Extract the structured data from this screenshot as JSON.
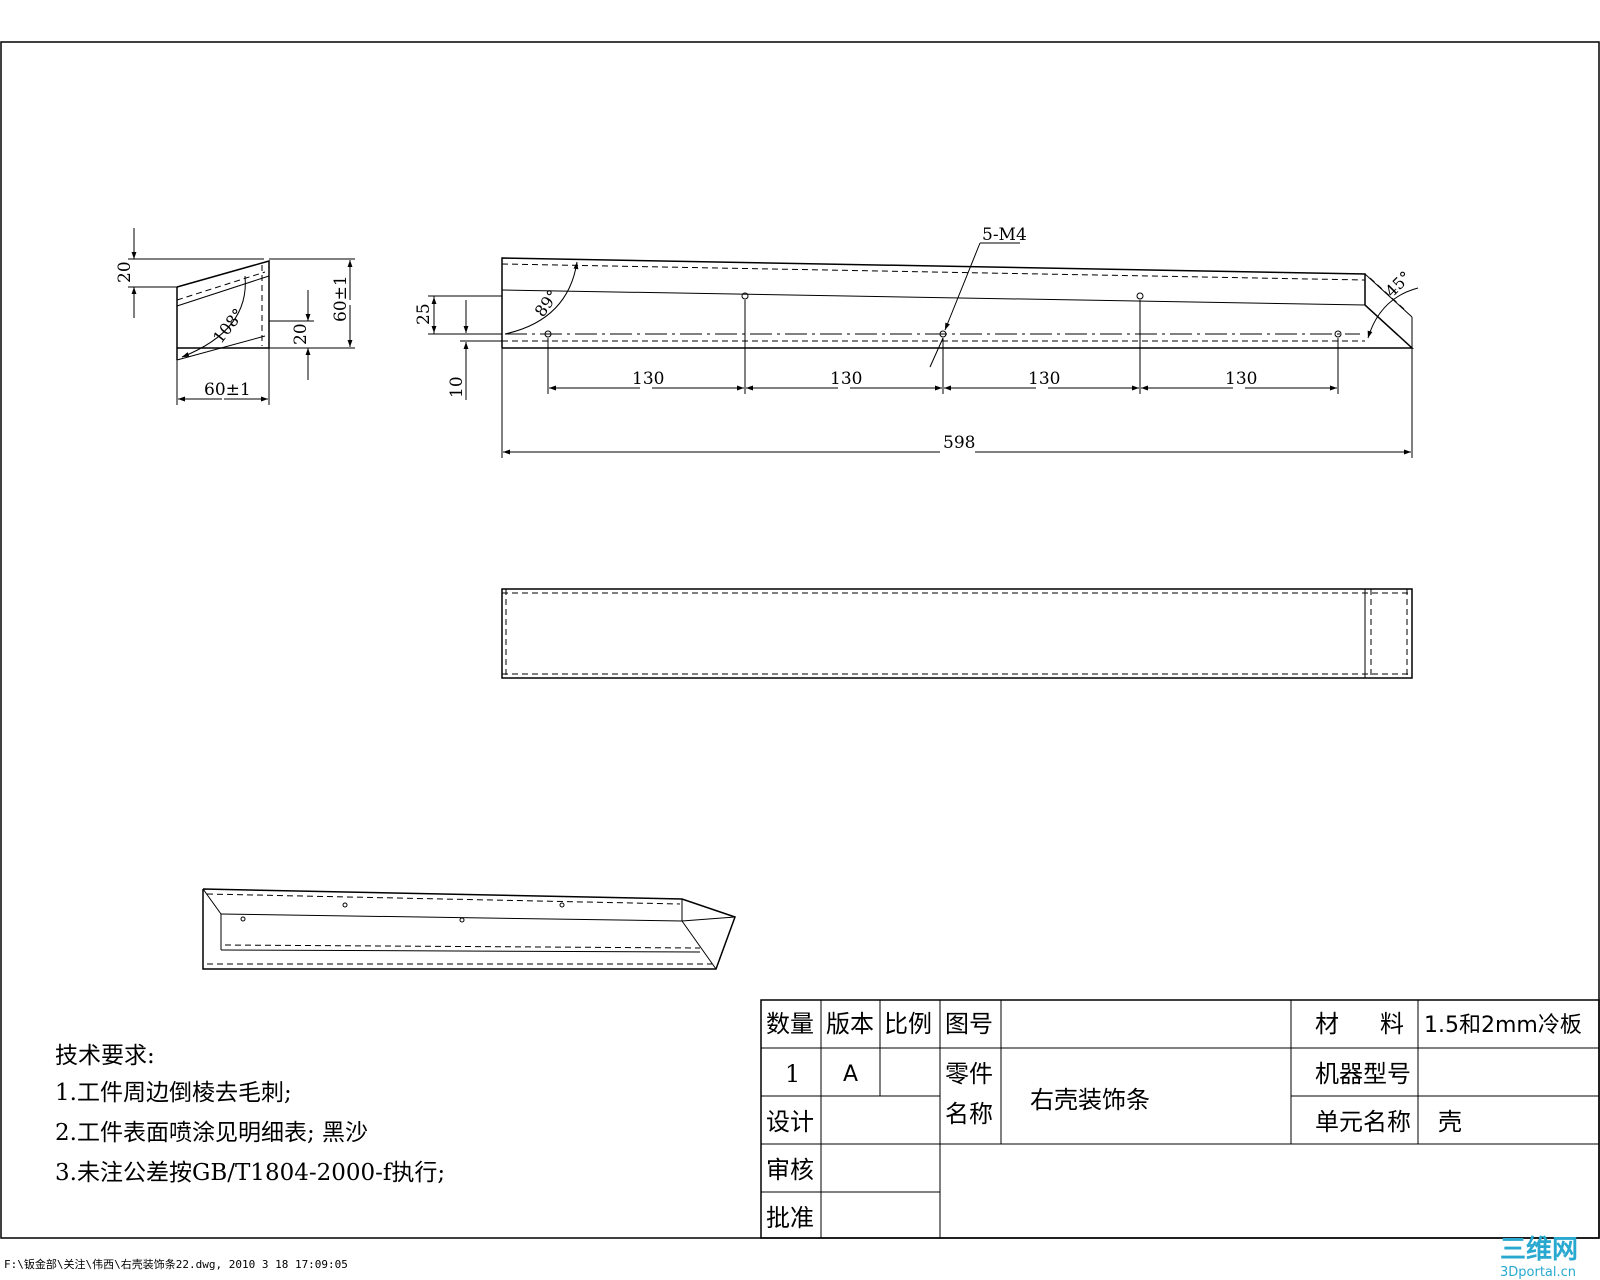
{
  "side_view": {
    "dim_top": "20",
    "dim_right_small": "20",
    "dim_height": "60±1",
    "dim_width": "60±1",
    "angle": "108°"
  },
  "front_view": {
    "thread_callout": "5-M4",
    "dim_left_upper": "25",
    "dim_left_lower": "10",
    "angle_left": "89°",
    "angle_right": "45°",
    "spacings": [
      "130",
      "130",
      "130",
      "130"
    ],
    "overall_length": "598"
  },
  "notes": {
    "heading": "技术要求:",
    "items": [
      "1.工件周边倒棱去毛刺;",
      "2.工件表面喷涂见明细表; 黑沙",
      "3.未注公差按GB/T1804-2000-f执行;"
    ]
  },
  "title_block": {
    "qty_label": "数量",
    "version_label": "版本",
    "scale_label": "比例",
    "drawing_no_label": "图号",
    "qty_value": "1",
    "version_value": "A",
    "part_label_1": "零件",
    "part_label_2": "名称",
    "part_name": "右壳装饰条",
    "design_label": "设计",
    "review_label": "审核",
    "approve_label": "批准",
    "material_label_1": "材",
    "material_label_2": "料",
    "material_value": "1.5和2mm冷板",
    "machine_model_label": "机器型号",
    "unit_name_label": "单元名称",
    "unit_name_value": "壳"
  },
  "footer": {
    "file_path": "F:\\钣金部\\关注\\伟西\\右壳装饰条22.dwg, 2010 3 18 17:09:05"
  },
  "watermark": {
    "main": "三维网",
    "sub": "3Dportal.cn"
  }
}
